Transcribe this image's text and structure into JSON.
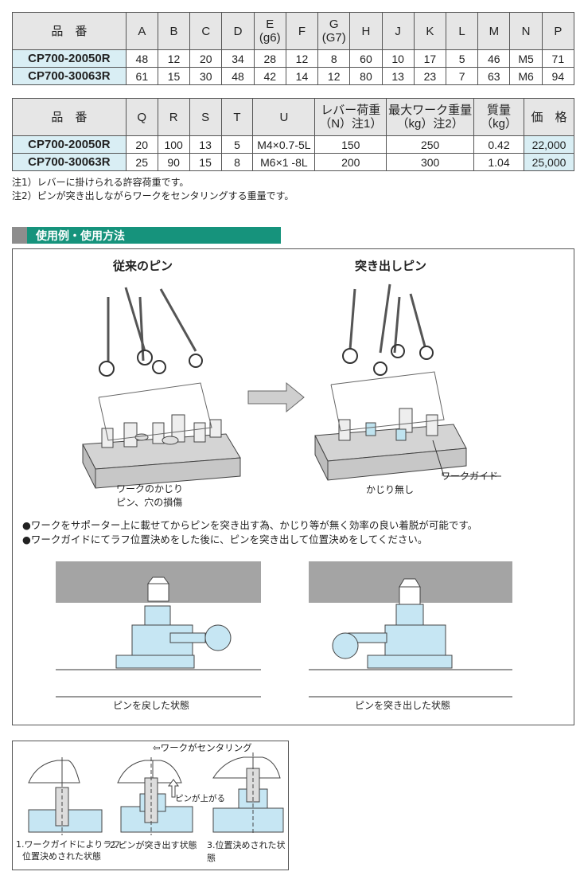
{
  "table1": {
    "headers": [
      [
        "品　番"
      ],
      [
        "A"
      ],
      [
        "B"
      ],
      [
        "C"
      ],
      [
        "D"
      ],
      [
        "E",
        "(g6)"
      ],
      [
        "F"
      ],
      [
        "G",
        "(G7)"
      ],
      [
        "H"
      ],
      [
        "J"
      ],
      [
        "K"
      ],
      [
        "L"
      ],
      [
        "M"
      ],
      [
        "N"
      ],
      [
        "P"
      ]
    ],
    "rows": [
      [
        "CP700-20050R",
        "48",
        "12",
        "20",
        "34",
        "28",
        "12",
        "8",
        "60",
        "10",
        "17",
        "5",
        "46",
        "M5",
        "71"
      ],
      [
        "CP700-30063R",
        "61",
        "15",
        "30",
        "48",
        "42",
        "14",
        "12",
        "80",
        "13",
        "23",
        "7",
        "63",
        "M6",
        "94"
      ]
    ]
  },
  "table2": {
    "headers": [
      [
        "品　番"
      ],
      [
        "Q"
      ],
      [
        "R"
      ],
      [
        "S"
      ],
      [
        "T"
      ],
      [
        "U"
      ],
      [
        "レバー荷重",
        "（N）注1）"
      ],
      [
        "最大ワーク重量",
        "（kg）注2）"
      ],
      [
        "質量",
        "（kg）"
      ],
      [
        "価　格"
      ]
    ],
    "rows": [
      [
        "CP700-20050R",
        "20",
        "100",
        "13",
        "5",
        "M4×0.7-5L",
        "150",
        "250",
        "0.42",
        "22,000"
      ],
      [
        "CP700-30063R",
        "25",
        "90",
        "15",
        "8",
        "M6×1 -8L",
        "200",
        "300",
        "1.04",
        "25,000"
      ]
    ]
  },
  "notes": [
    "注1）レバーに掛けられる許容荷重です。",
    "注2）ピンが突き出しながらワークをセンタリングする重量です。"
  ],
  "section_title": "使用例・使用方法",
  "usage": {
    "left_heading": "従来のピン",
    "right_heading": "突き出しピン",
    "left_caption": [
      "ワークのかじり",
      "ピン、穴の損傷"
    ],
    "right_caption": "かじり無し",
    "callout": "ワークガイド",
    "bullets": [
      "●ワークをサポーター上に載せてからピンを突き出す為、かじり等が無く効率の良い着脱が可能です。",
      "●ワークガイドにてラフ位置決めをした後に、ピンを突き出して位置決めをしてください。"
    ],
    "state_left": "ピンを戻した状態",
    "state_right": "ピンを突き出した状態"
  },
  "steps": {
    "top_label": "⇦ワークがセンタリング",
    "pin_up": "ピンが上がる",
    "step1": [
      "1.ワークガイドによりラフ",
      "位置決めされた状態"
    ],
    "step2": "2.ピンが突き出す状態",
    "step3": "3.位置決めされた状態"
  },
  "colors": {
    "header_bg": "#e6e6e6",
    "part_bg": "#d9eef4",
    "section_green": "#16937c",
    "part_blue": "#c6e6f3"
  }
}
